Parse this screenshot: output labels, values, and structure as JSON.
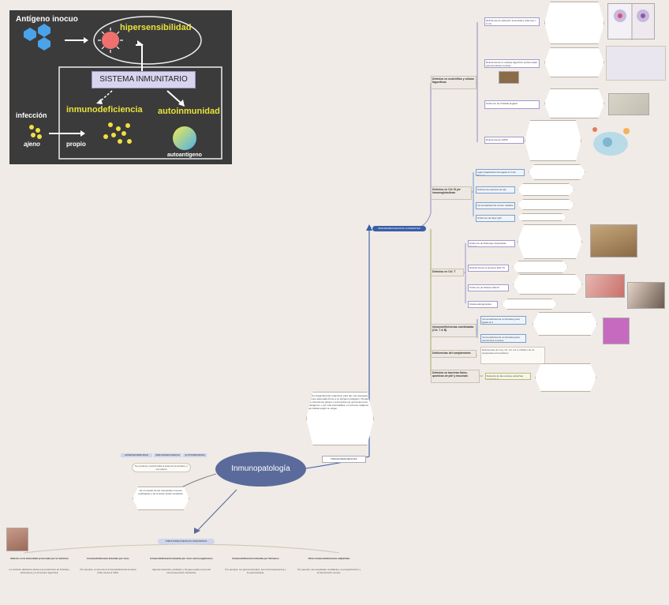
{
  "illustration": {
    "antigen_label": "Antígeno inocuo",
    "hypersensitivity": "hipersensibilidad",
    "system_label": "SISTEMA INMUNITARIO",
    "infection_label": "infección",
    "foreign_label": "ajeno",
    "immunodeficiency": "inmunodeficiencia",
    "autoimmunity": "autoinmunidad",
    "self_label": "propio",
    "autoantigen": "autoantígeno"
  },
  "central": {
    "title": "Inmunopatología"
  },
  "left_branch": {
    "tags": [
      "HIPERSENSIBILIDAD",
      "INMUNODEFICIENCIA",
      "AUTOINMUNIDAD"
    ],
    "note": "Se producen cuando falla el sistema inmunitario, o sus partes",
    "definition": "Es el estudio de las respuestas inmunes patológicas y de la lesión tisular resultante."
  },
  "right_branch": {
    "title": "INMUNODEFICIENCIAS",
    "description": "Es la incapacidad del organismo para dar una respuesta inmune adecuada frente a un antígeno patógeno. Pueden ser infecciones graves o recurrentes por gérmenes poco patógenos, o por más susceptibles, en tumores malignos, las células según su origen."
  },
  "congenital": {
    "title": "INMUNODEFICIENCIAS CONGÉNITAS",
    "categories": [
      {
        "name": "Defectos en neutrófilos y células fagocíticas",
        "items": [
          "Deficiencia de adhesión leucocitaria (LAD tipo I, II, III)",
          "Deficiencia de la oxidasa fagocítica (enfermedad granulomatosa crónica)",
          "Síndrome de Chédiak-Higashi",
          "Deficiencia de G6PD"
        ]
      },
      {
        "name": "Defectos en Cél. B y/o inmunoglobulinas",
        "items": [
          "Agammaglobulinemia ligada al X (de Bruton)",
          "Deficiencia selectiva de IgA",
          "Inmunodeficiencia común variable",
          "Síndrome de hiper IgM"
        ]
      },
      {
        "name": "Defectos en Cél. T",
        "items": [
          "Síndrome de DiGeorge (hipoplasia tímica)",
          "Deficiencia de la proteína ZAP-70",
          "Síndrome de Wiskott-Aldrich",
          "Ataxia-telangiectasia"
        ]
      },
      {
        "name": "Inmunodeficiencias combinadas (Cél. T & B)",
        "items": [
          "Inmunodeficiencia combinada grave ligada al X",
          "Inmunodeficiencia combinada grave autosómica recesiva"
        ]
      },
      {
        "name": "Deficiencias del complemento",
        "items": [
          "Deficiencias de C1q, C2, C3, C4 e inhibidor de C1 (angioedema hereditario)"
        ]
      },
      {
        "name": "Defectos en barreras físico-químicas de piel y mucosas",
        "items": [
          "Defectos de las uniones estrechas (epiteliales)"
        ]
      }
    ]
  },
  "acquired": {
    "title": "INMUNODEFICIENCIAS ADQUIRIDAS",
    "columns": [
      {
        "title": "Defecto en la inmunidad provocada por la nutrición",
        "text": "La nutrición deficiente afecta a la producción de linfocitos, anticuerpos y a la función fagocítica."
      },
      {
        "title": "Inmunodeficiencia inducida por virus",
        "text": "Por ejemplo, el virus de la inmunodeficiencia humana (VIH) causa el SIDA."
      },
      {
        "title": "Inmunodeficiencia inducida por otros microorganismos",
        "text": "Algunas bacterias, parásitos y hongos pueden provocar inmunosupresión transitoria."
      },
      {
        "title": "Inmunodeficiencia inducida por fármacos",
        "text": "Por ejemplo, los glucocorticoides, los inmunosupresores y la quimioterapia."
      },
      {
        "title": "Otras inmunodeficiencias adquiridas",
        "text": "Por ejemplo, las neoplasias, la diabetes, el envejecimiento y la desnutrición severa."
      }
    ]
  }
}
